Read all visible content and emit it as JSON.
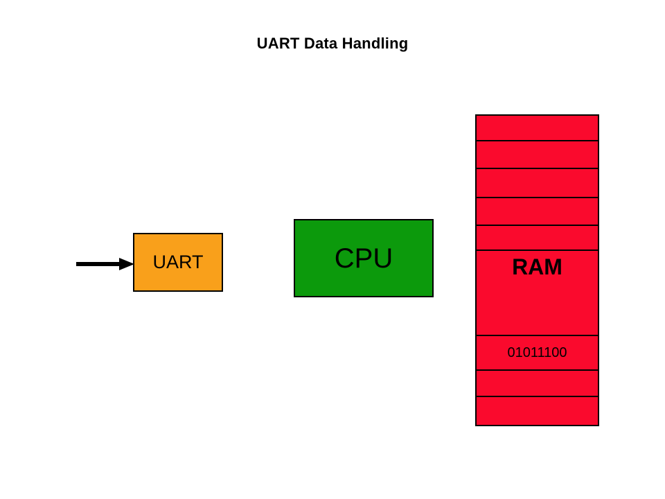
{
  "diagram": {
    "title": "UART Data Handling",
    "background_color": "#ffffff",
    "nodes": {
      "uart": {
        "label": "UART",
        "fill_color": "#f9a01b",
        "border_color": "#000000"
      },
      "cpu": {
        "label": "CPU",
        "fill_color": "#0c9a0c",
        "border_color": "#000000"
      },
      "ram": {
        "label": "RAM",
        "fill_color": "#fa0a2d",
        "border_color": "#000000",
        "cells": [
          {
            "label": "",
            "height": 37
          },
          {
            "label": "",
            "height": 41
          },
          {
            "label": "",
            "height": 42
          },
          {
            "label": "",
            "height": 40
          },
          {
            "label": "",
            "height": 37
          },
          {
            "label": "RAM",
            "height": 124
          },
          {
            "label": "01011100",
            "height": 50
          },
          {
            "label": "",
            "height": 39
          },
          {
            "label": "",
            "height": 40
          }
        ]
      }
    },
    "edges": [
      {
        "label": "",
        "from": "external-input",
        "to": "uart",
        "color": "#000000",
        "direction": "right"
      }
    ]
  }
}
